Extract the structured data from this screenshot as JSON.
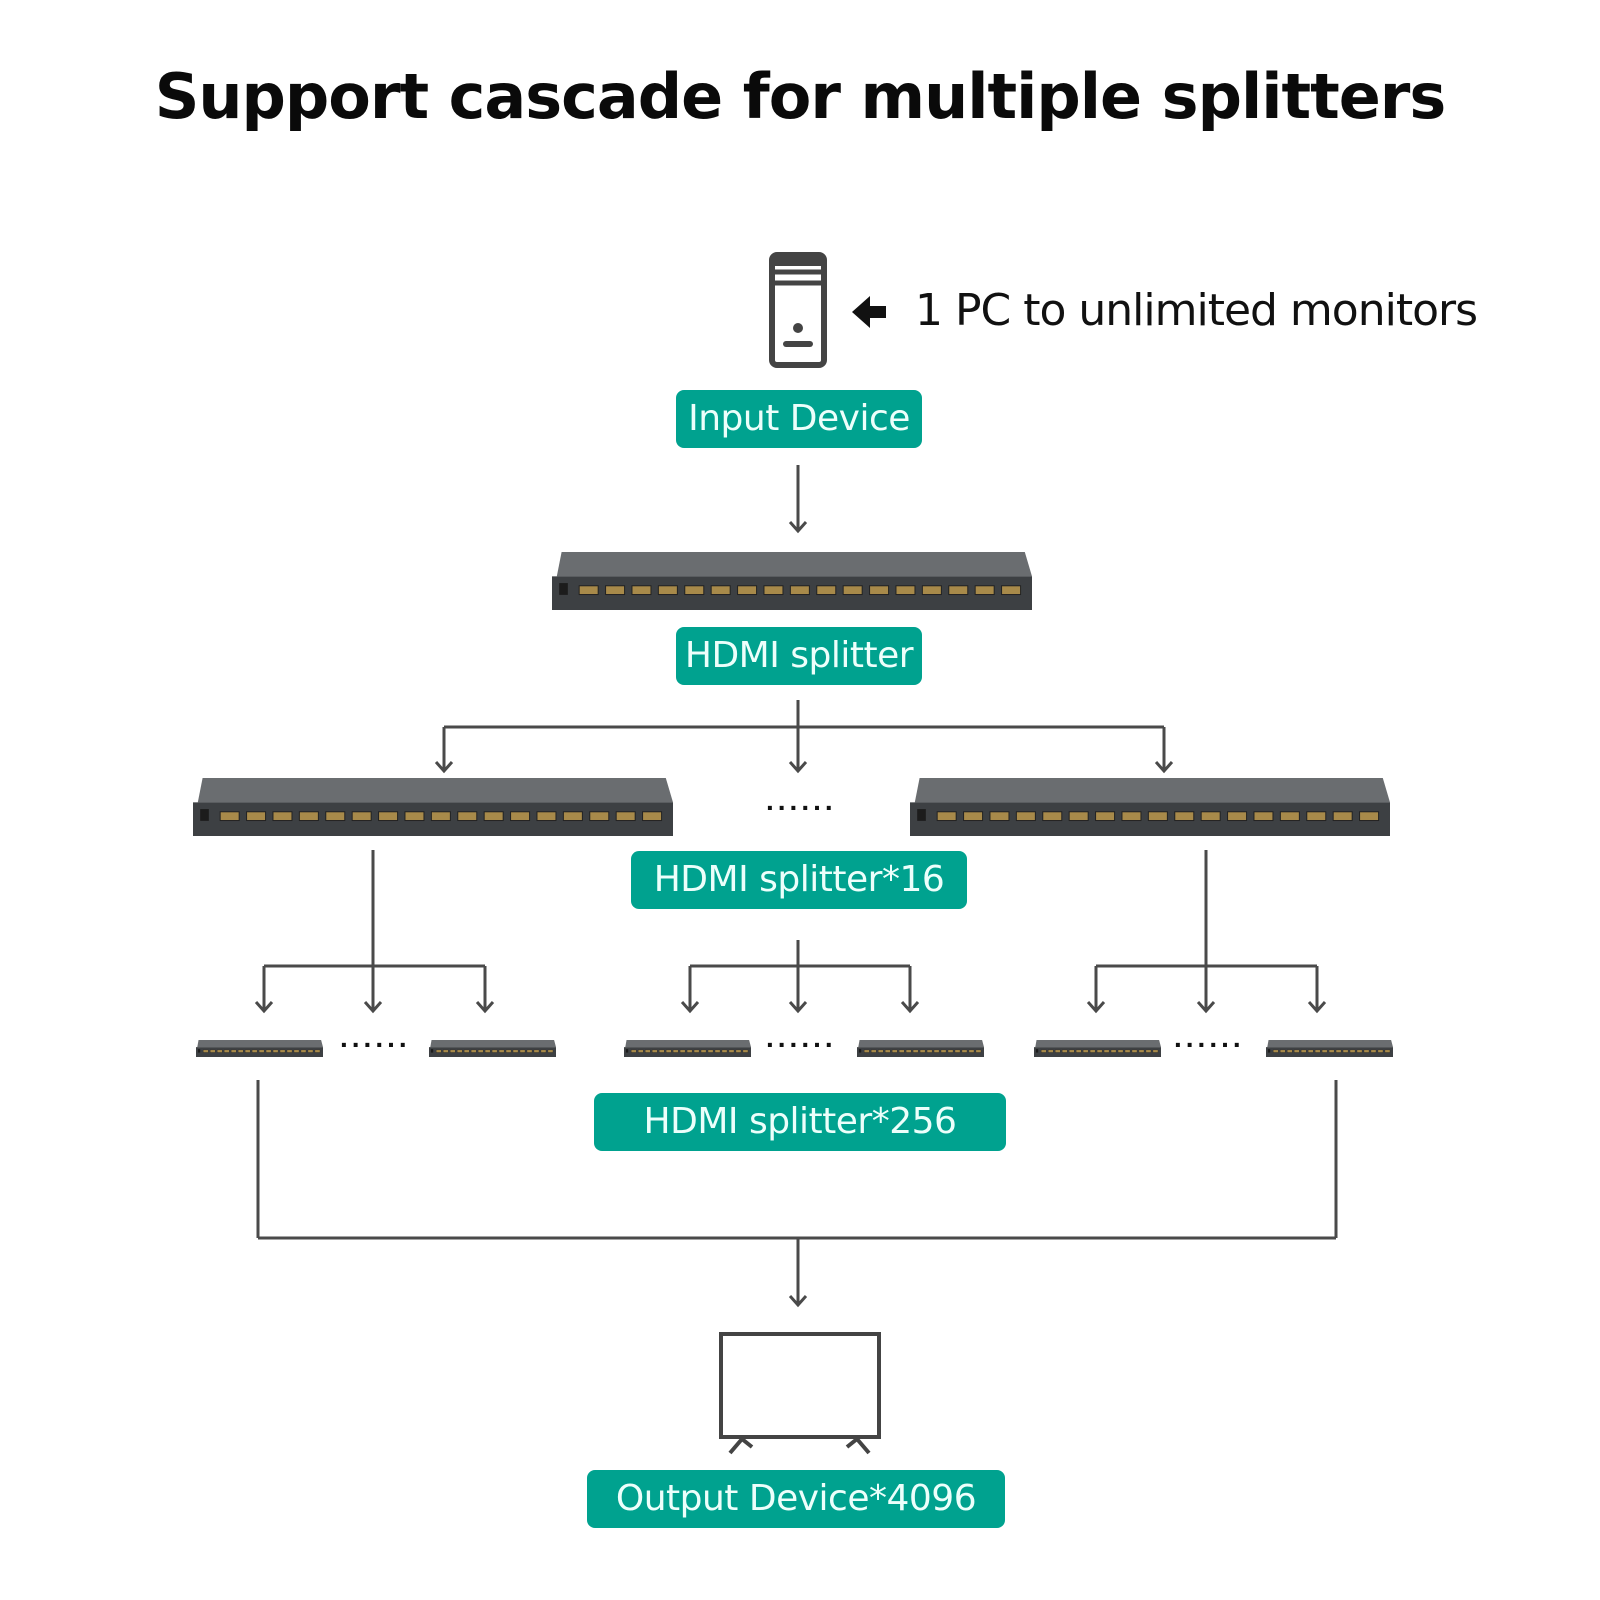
{
  "title": "Support cascade for multiple splitters",
  "note": {
    "text": "1 PC to unlimited monitors",
    "icon": "arrow-left-icon"
  },
  "nodes": {
    "input": {
      "label": "Input Device",
      "icon": "pc-tower-icon"
    },
    "splitter_l1": {
      "label": "HDMI splitter",
      "icon": "hdmi-splitter-icon"
    },
    "splitter_l2": {
      "label": "HDMI splitter*16",
      "icon": "hdmi-splitter-icon"
    },
    "splitter_l3": {
      "label": "HDMI splitter*256",
      "icon": "hdmi-splitter-icon"
    },
    "output": {
      "label": "Output Device*4096",
      "icon": "tv-monitor-icon"
    }
  },
  "ellipsis": "......",
  "splitter_ports": {
    "dc_in": 1,
    "hdmi_out": 16,
    "hdmi_in": 1
  },
  "colors": {
    "badge_bg": "#00a28f",
    "badge_text": "#ecfffb",
    "line": "#4a4a4a",
    "device_body": "#3d4043"
  }
}
